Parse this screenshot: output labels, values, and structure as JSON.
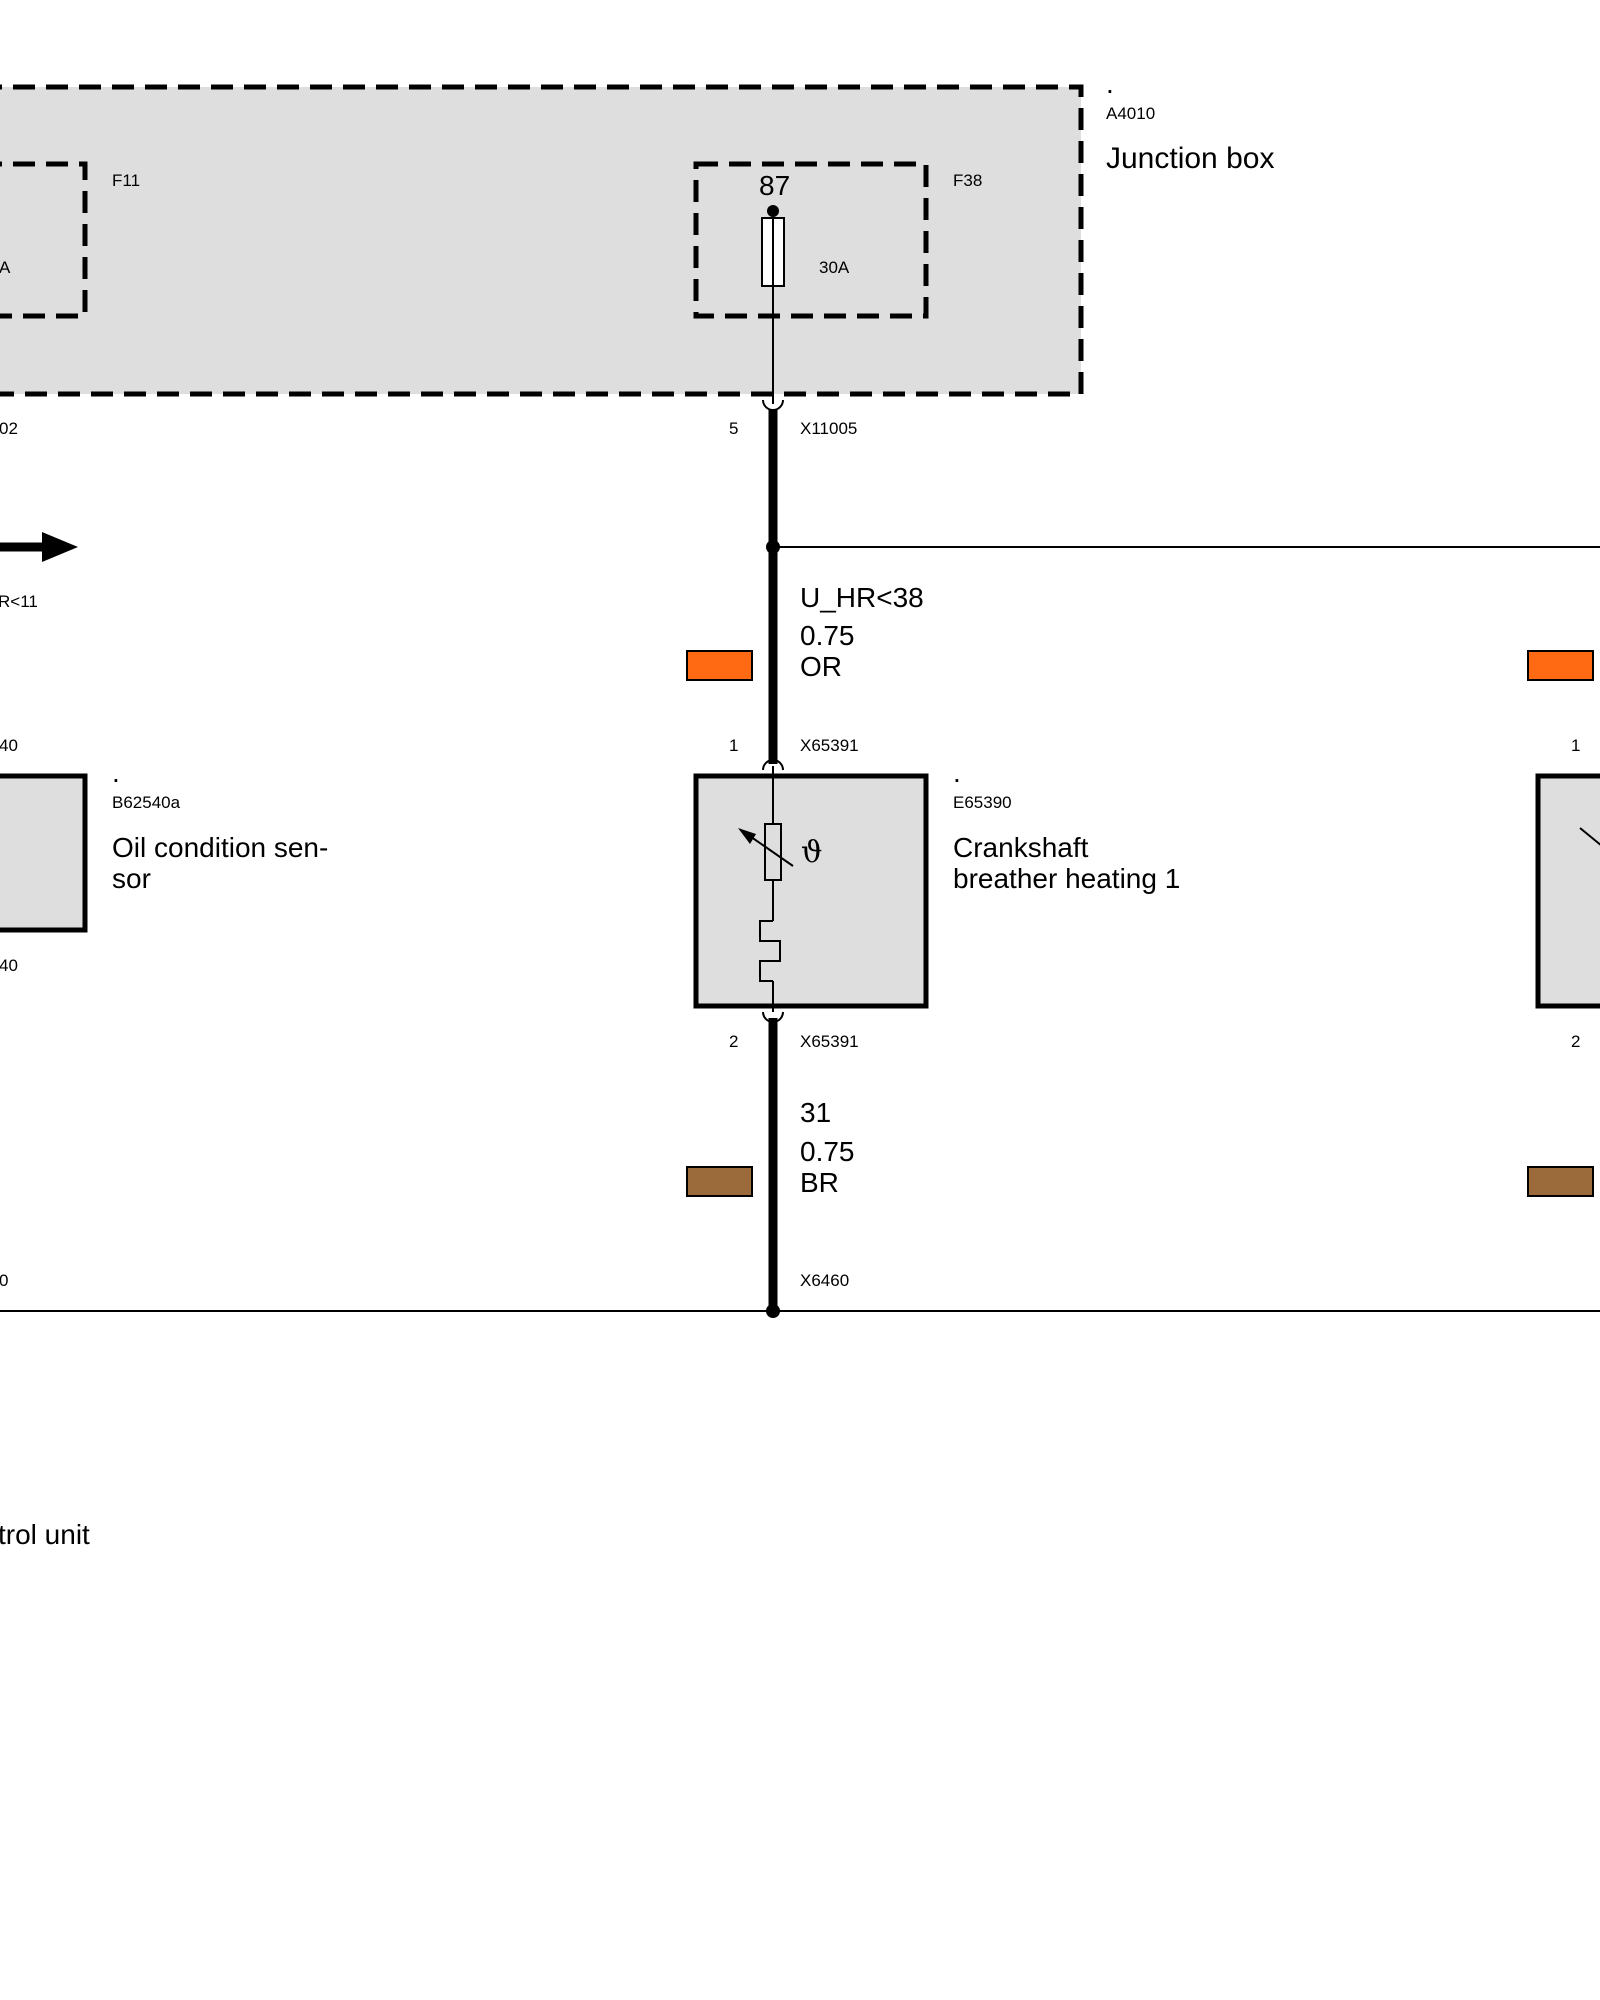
{
  "junction_box": {
    "dot": ".",
    "code": "A4010",
    "name": "Junction box"
  },
  "fuse_left": {
    "label": "F11",
    "rating_fragment": "A"
  },
  "fuse_main": {
    "label": "F38",
    "terminal": "87",
    "rating": "30A"
  },
  "left_fragments": {
    "connector_top": "02",
    "signal": "R<11",
    "pin_a": "40",
    "pin_b": "40",
    "ground_connector": "0",
    "unit_label": "trol unit"
  },
  "connector_x11005": {
    "pin": "5",
    "name": "X11005"
  },
  "wire_power": {
    "signal": "U_HR<38",
    "gauge": "0.75",
    "color_code": "OR",
    "swatch_color": "#FF6A13"
  },
  "wire_ground": {
    "signal": "31",
    "gauge": "0.75",
    "color_code": "BR",
    "swatch_color": "#9C6B3C"
  },
  "heater": {
    "dot": ".",
    "code": "E65390",
    "name_line1": "Crankshaft",
    "name_line2": "breather heating 1",
    "pin_top": "1",
    "pin_top_connector": "X65391",
    "pin_bottom": "2",
    "pin_bottom_connector": "X65391",
    "theta_symbol": "ϑ"
  },
  "oil_sensor": {
    "dot": ".",
    "code": "B62540a",
    "name_line1": "Oil condition sen-",
    "name_line2": "sor"
  },
  "ground": {
    "connector": "X6460"
  },
  "right_component": {
    "pin_top": "1",
    "pin_bottom": "2"
  }
}
